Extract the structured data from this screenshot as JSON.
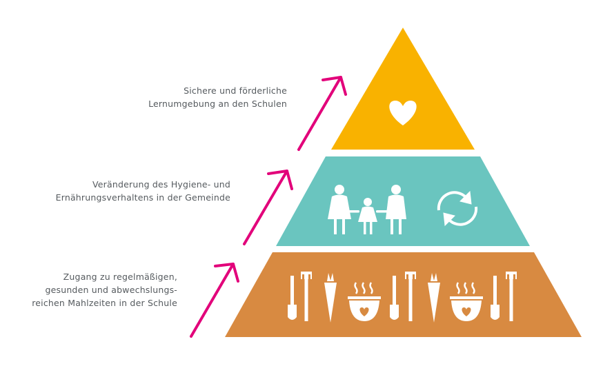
{
  "diagram": {
    "levels": [
      {
        "id": "top",
        "label_lines": [
          "Sichere und förderliche",
          "Lernumgebung an den Schulen"
        ],
        "color": "#f9b200",
        "icons": [
          "heart-icon"
        ]
      },
      {
        "id": "middle",
        "label_lines": [
          "Veränderung des Hygiene- und",
          "Ernährungsverhaltens in der Gemeinde"
        ],
        "color": "#6ac5bf",
        "icons": [
          "family-icon",
          "cycle-arrows-icon"
        ]
      },
      {
        "id": "bottom",
        "label_lines": [
          "Zugang zu regelmäßigen,",
          "gesunden und abwechslungs-",
          "reichen Mahlzeiten in der Schule"
        ],
        "color": "#d88a41",
        "icons": [
          "shovel-icon",
          "rake-icon",
          "carrot-icon",
          "bowl-heart-icon",
          "shovel-icon",
          "rake-icon",
          "carrot-icon",
          "bowl-heart-icon",
          "shovel-icon",
          "rake-icon"
        ]
      }
    ],
    "arrow_color": "#e2007a",
    "icon_color": "#ffffff"
  }
}
